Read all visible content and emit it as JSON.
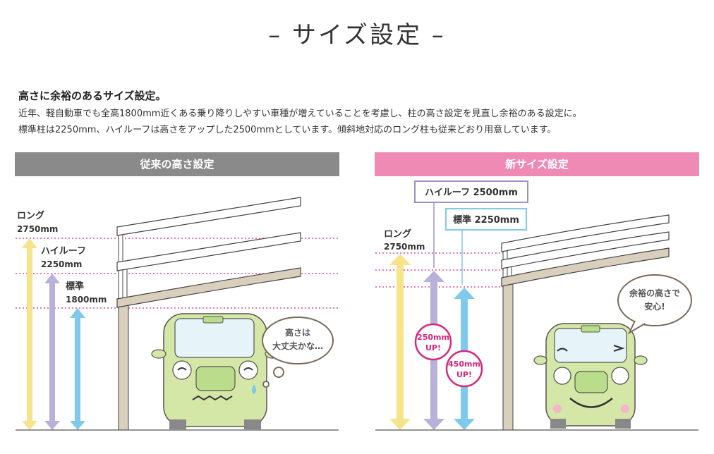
{
  "title": "– サイズ設定 –",
  "lead": {
    "heading": "高さに余裕のあるサイズ設定。",
    "line1": "近年、軽自動車でも全高1800mm近くある乗り降りしやすい車種が増えていることを考慮し、柱の高さ設定を見直し余裕のある設定に。",
    "line2": "標準柱は2250mm、ハイルーフは高さをアップした2500mmとしています。傾斜地対応のロング柱も従来どおり用意しています。"
  },
  "old_panel": {
    "header": "従来の高さ設定",
    "long_label": "ロング",
    "long_value": "2750mm",
    "high_label": "ハイルーフ",
    "high_value": "2250mm",
    "std_label": "標準",
    "std_value": "1800mm",
    "bubble_line1": "高さは",
    "bubble_line2": "大丈夫かな…"
  },
  "new_panel": {
    "header": "新サイズ設定",
    "callout_high": "ハイルーフ 2500mm",
    "callout_std": "標準 2250mm",
    "long_label": "ロング",
    "long_value": "2750mm",
    "badge_250_top": "250mm",
    "badge_250_bottom": "UP!",
    "badge_450_top": "450mm",
    "badge_450_bottom": "UP!",
    "bubble_line1": "余裕の高さで",
    "bubble_line2": "安心!"
  },
  "colors": {
    "long_arrow": "#f7e38a",
    "high_arrow": "#b9b1d9",
    "std_arrow": "#7fc8ee",
    "accent_pink": "#d6277c",
    "car_green": "#d5e7a7",
    "post_beige": "#d9cfbd"
  }
}
